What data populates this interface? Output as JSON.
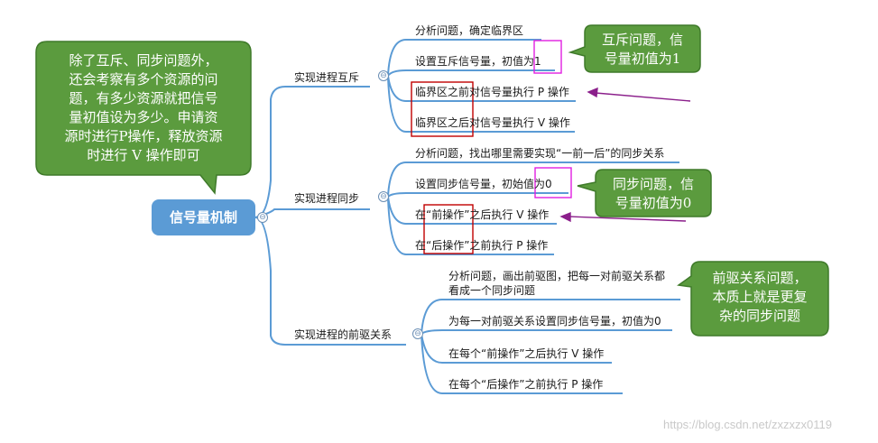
{
  "root": {
    "label": "信号量机制"
  },
  "branches": [
    {
      "label": "实现进程互斥",
      "children": [
        "分析问题，确定临界区",
        "设置互斥信号量，初值为1",
        "临界区之前对信号量执行 P 操作",
        "临界区之后对信号量执行 V 操作"
      ]
    },
    {
      "label": "实现进程同步",
      "children": [
        "分析问题，找出哪里需要实现“一前一后”的同步关系",
        "设置同步信号量，初始值为0",
        "在“前操作”之后执行 V 操作",
        "在“后操作”之前执行 P 操作"
      ]
    },
    {
      "label": "实现进程的前驱关系",
      "children": [
        "分析问题，画出前驱图，把每一对前驱关系都",
        "看成一个同步问题",
        "为每一对前驱关系设置同步信号量，初值为0",
        "在每个“前操作”之后执行 V 操作",
        "在每个“后操作”之前执行 P 操作"
      ]
    }
  ],
  "callouts": {
    "note_main": [
      "除了互斥、同步问题外，",
      "还会考察有多个资源的问",
      "题，有多少资源就把信号",
      "量初值设为多少。申请资",
      "源时进行P操作，释放资源",
      "时进行 V 操作即可"
    ],
    "note_mutex": [
      "互斥问题，信",
      "号量初值为1"
    ],
    "note_sync": [
      "同步问题，信",
      "号量初值为0"
    ],
    "note_prec": [
      "前驱关系问题，",
      "本质上就是更复",
      "杂的同步问题"
    ]
  },
  "collapse_symbol": "⊖",
  "watermark": "https://blog.csdn.net/zxzxzx0119",
  "colors": {
    "root_fill": "#5b9bd5",
    "branch_line": "#5b9bd5",
    "callout_fill": "#5b9b3e",
    "callout_border": "#3f7a2a",
    "highlight_red": "#c00000",
    "highlight_magenta": "#e020e0",
    "arrow_purple": "#8b1f8b"
  }
}
